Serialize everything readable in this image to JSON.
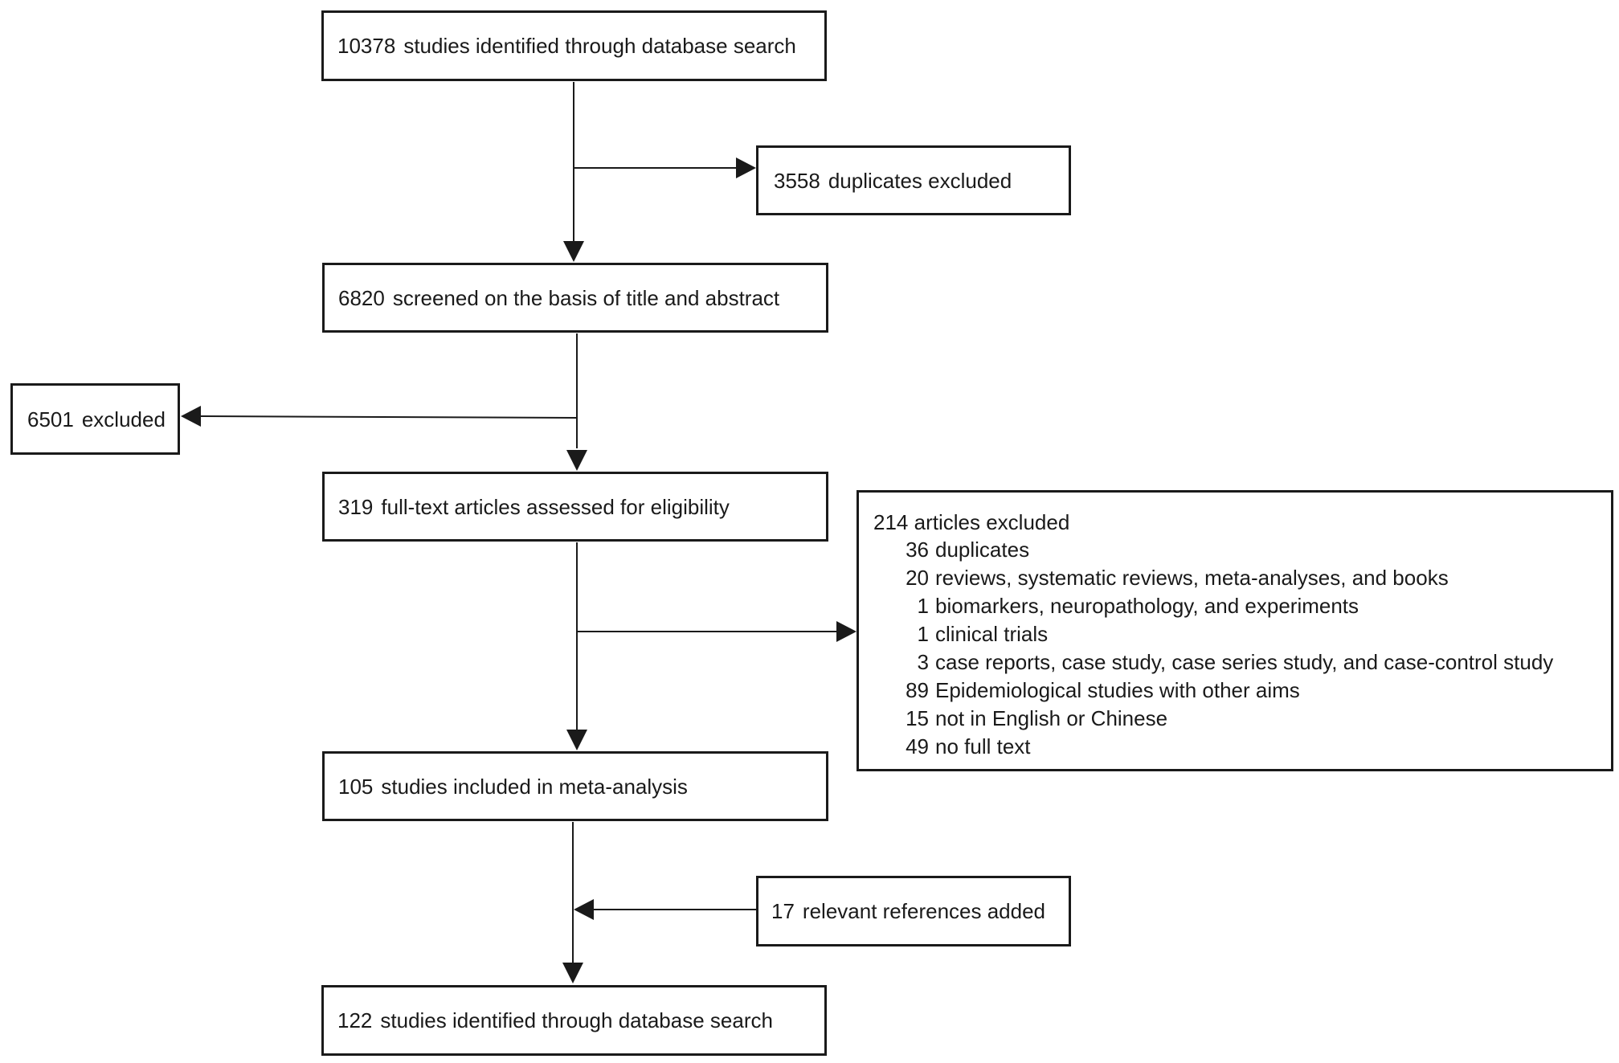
{
  "boxes": {
    "identified": {
      "count": "10378",
      "text": "studies identified through database search"
    },
    "duplicates": {
      "count": "3558",
      "text": "duplicates excluded"
    },
    "screened": {
      "count": "6820",
      "text": "screened on the basis of title and abstract"
    },
    "excluded_screening": {
      "count": "6501",
      "text": "excluded"
    },
    "fulltext": {
      "count": "319",
      "text": "full-text articles assessed for eligibility"
    },
    "excluded_fulltext": {
      "count": "214",
      "text": "articles excluded",
      "reasons": [
        {
          "count": "36",
          "text": "duplicates"
        },
        {
          "count": "20",
          "text": "reviews, systematic reviews, meta-analyses, and books"
        },
        {
          "count": "1",
          "text": "biomarkers, neuropathology, and experiments"
        },
        {
          "count": "1",
          "text": "clinical trials"
        },
        {
          "count": "3",
          "text": "case reports, case study, case series study, and case-control study"
        },
        {
          "count": "89",
          "text": "Epidemiological studies with other aims"
        },
        {
          "count": "15",
          "text": "not in English or Chinese"
        },
        {
          "count": "49",
          "text": "no full text"
        }
      ]
    },
    "included": {
      "count": "105",
      "text": "studies included in meta-analysis"
    },
    "added": {
      "count": "17",
      "text": "relevant references added"
    },
    "final": {
      "count": "122",
      "text": "studies identified through database search"
    }
  },
  "colors": {
    "line": "#1a1a1a",
    "background": "#ffffff"
  }
}
